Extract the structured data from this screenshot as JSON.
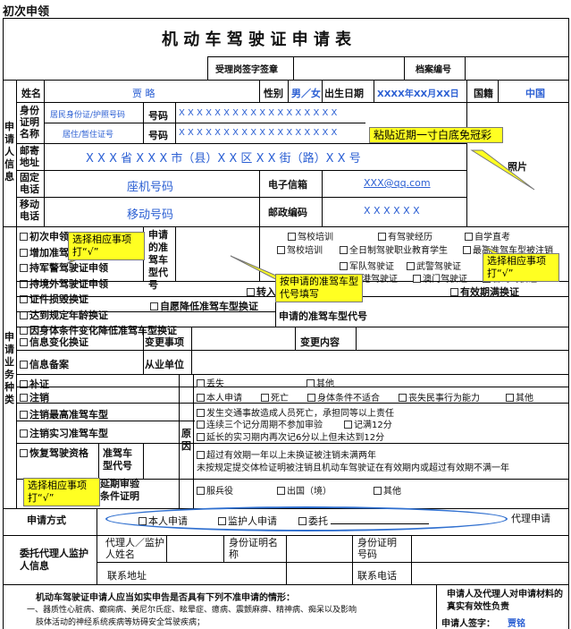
{
  "header": {
    "label": "初次申领",
    "title": "机 动 车 驾 驶 证 申 请 表",
    "accept_label": "受理岗签字签章",
    "archive_label": "档案编号"
  },
  "applicant": {
    "section": "申请人信息",
    "name_label": "姓名",
    "name_value": "贾  略",
    "gender_label": "性别",
    "gender_value": "男／女",
    "dob_label": "出生日期",
    "dob_value": "XXXX年XX月XX日",
    "country_label": "国籍",
    "country_value": "中国",
    "id_label": "身份证明名称",
    "id_value": "居民身份证/护照号码",
    "id_no_label": "号码",
    "id_no_value": "X X X X X X X X X X X X X X X X X X",
    "residence_value": "居住/暂住证号",
    "residence_no_label": "号码",
    "residence_no_value": "X X X X X X X X X X X X X X X X X X",
    "address_label": "邮寄地址",
    "address_value": "X X X 省 X X X 市（县）X X 区 X X 街（路）X X 号",
    "phone_label": "固定电话",
    "phone_value": "座机号码",
    "email_label": "电子信箱",
    "email_value": "XXX@qq.com",
    "mobile_label": "移动电话",
    "mobile_value": "移动号码",
    "zip_label": "邮政编码",
    "zip_value": "X X X X X X",
    "photo_label": "照片"
  },
  "business": {
    "section": "申请业务种类",
    "items_left": [
      "初次申领",
      "增加准驾车型",
      "持军警驾驶证申领",
      "持境外驾驶证申领",
      "证件损毁换证",
      "达到规定年龄换证",
      "因身体条件变化降低准驾车型换证"
    ],
    "apply_type_label": "申请的准驾车型代号",
    "options": [
      "驾校培训",
      "有驾驶经历",
      "自学直考",
      "驾校培训",
      "全日制驾驶职业教育学生",
      "最高准驾车型被注销",
      "军队驾驶证",
      "武警驾驶证",
      "香港驾驶证",
      "澳门驾驶证",
      "台湾驾驶证"
    ],
    "turn_in": "转入",
    "valid_expire": "有效期满换证",
    "downgrade": "自愿降低准驾车型换证",
    "apply_code_label": "申请的准驾车型代号",
    "info_change": "信息变化换证",
    "change_item": "变更事项",
    "change_content": "变更内容",
    "info_record": "信息备案",
    "work_unit": "从业单位",
    "reissue": "补证",
    "cancel": "注销",
    "cancel_top": "注销最高准驾车型",
    "cancel_intern": "注销实习准驾车型",
    "restore": "恢复驾驶资格",
    "restore_code": "准驾车型代号",
    "delay": "延期审验",
    "delay2": "条件证明",
    "reason_label": "原因",
    "reasons_1": [
      "丢失",
      "其他"
    ],
    "reasons_2": [
      "本人申请",
      "死亡",
      "身体条件不适合",
      "丧失民事行为能力",
      "其他"
    ],
    "reasons_3": [
      "发生交通事故造成人员死亡，承担同等以上责任",
      "连续三个记分周期不参加审验",
      "记满12分",
      "延长的实习期内再次记6分以上但未达到12分"
    ],
    "reasons_4": [
      "超过有效期一年以上未换证被注销未满两年",
      "未按规定提交体检证明被注销且机动车驾驶证在有效期内或超过有效期不满一年"
    ],
    "reasons_5": [
      "服兵役",
      "出国（境）",
      "其他"
    ]
  },
  "method": {
    "label": "申请方式",
    "options": [
      "本人申请",
      "监护人申请",
      "委托"
    ],
    "agent": "代理申请"
  },
  "agent": {
    "label": "委托代理人监护人信息",
    "name_label": "代理人／监护人姓名",
    "id_label": "身份证明名称",
    "id_no_label": "身份证明号码",
    "address_label": "联系地址",
    "phone_label": "联系电话"
  },
  "footer": {
    "notice_title": "机动车驾驶证申请人应当如实申告是否具有下列不准申请的情形：",
    "notice_1": "一、器质性心脏病、癫痫病、美尼尔氏症、眩晕症、癔病、震颤麻痹、精神病、痴呆以及影响",
    "notice_2": "肢体活动的神经系统疾病等妨碍安全驾驶疾病；",
    "confirm": "申请人及代理人对申请材料的真实有效性负责",
    "sign_label": "申请人签字：",
    "sign_value": "贾铭"
  },
  "callouts": {
    "photo": "粘贴近期一寸白底免冠彩",
    "select1": "选择相应事项打“√”",
    "code": "按申请的准驾车型代号填写",
    "select2": "选择相应事项打“√”",
    "select3": "选择相应事项打“√”"
  },
  "colors": {
    "blue_text": "#2b5fd3",
    "callout": "#ffff22",
    "ellipse": "#2f6fcf"
  }
}
